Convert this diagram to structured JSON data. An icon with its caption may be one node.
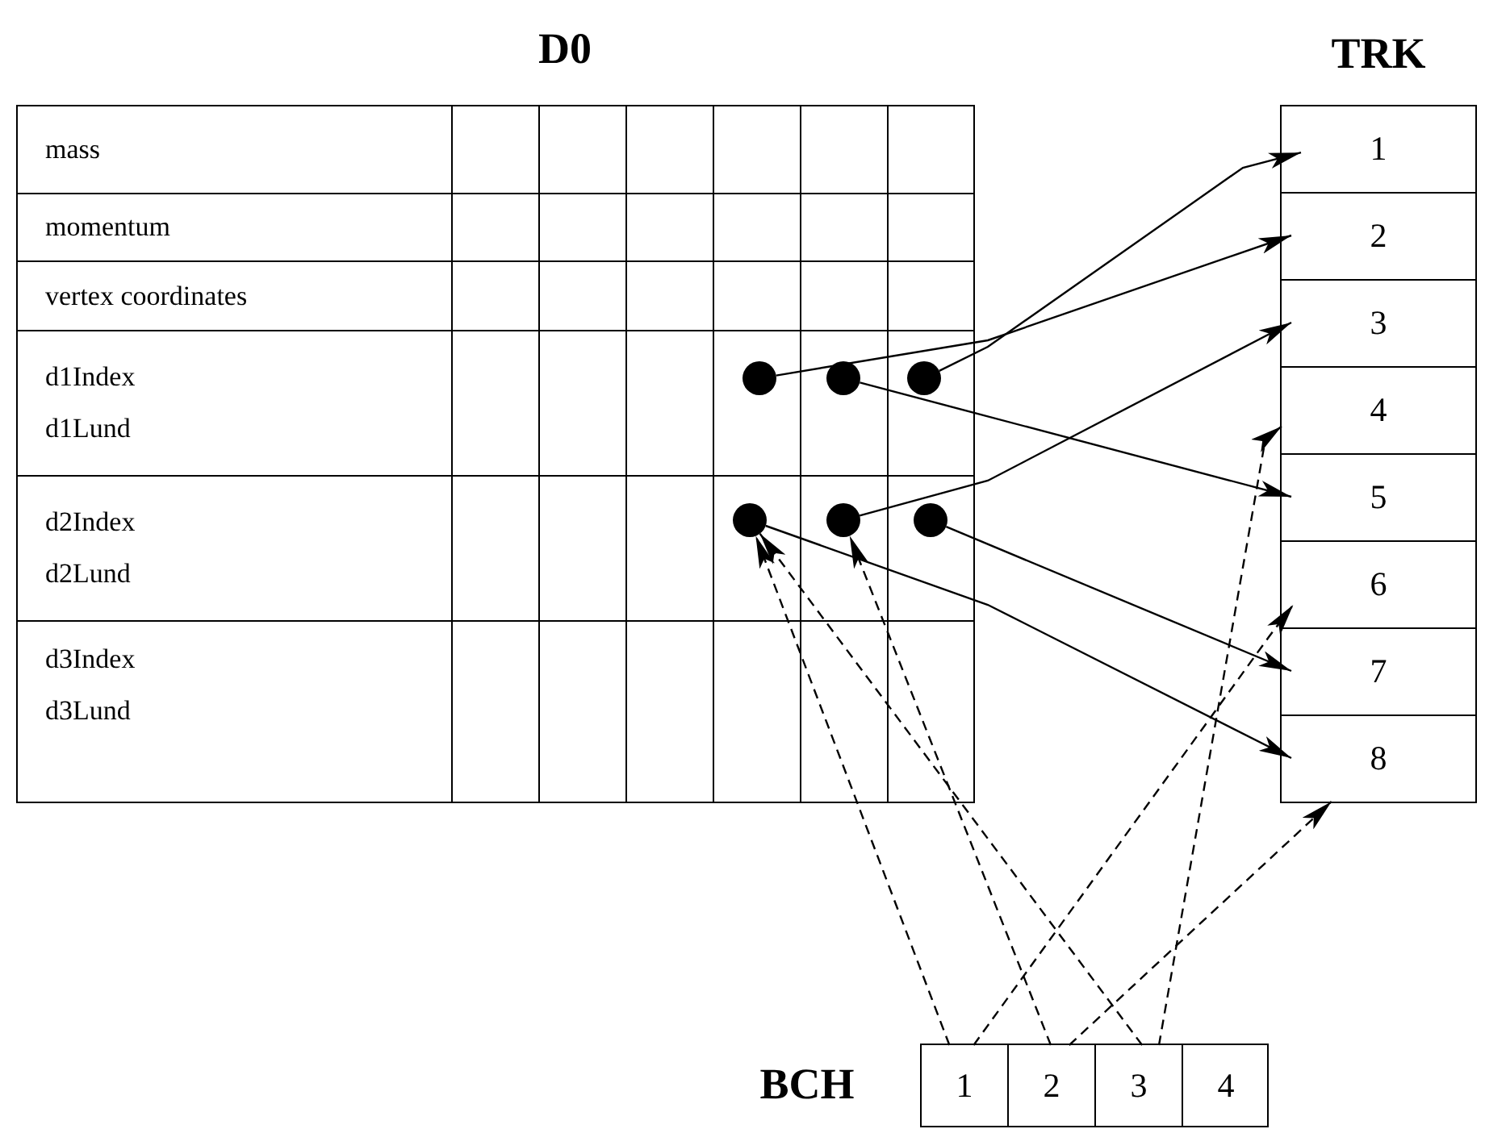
{
  "diagram": {
    "nodes": [
      {
        "text": [
          "D0"
        ]
      },
      {
        "text": [
          "mass"
        ],
        "in": 0
      },
      {
        "text": [
          "momentum"
        ],
        "in": 0
      },
      {
        "text": [
          "vertex coordinates"
        ],
        "in": 0
      },
      {
        "text": [
          "d1Index",
          "d1Lund"
        ],
        "in": 0
      },
      {
        "text": [
          "d2Index",
          "d2Lund"
        ],
        "in": 0
      },
      {
        "text": [
          "d3Index",
          "d3Lund"
        ],
        "in": 0
      },
      {
        "text": [],
        "shape": "circle",
        "in": 0
      },
      {
        "text": [],
        "shape": "circle",
        "in": 0
      },
      {
        "text": [],
        "shape": "circle",
        "in": 0
      },
      {
        "text": [],
        "shape": "circle",
        "in": 0
      },
      {
        "text": [],
        "shape": "circle",
        "in": 0
      },
      {
        "text": [],
        "shape": "circle",
        "in": 0
      },
      {
        "text": [
          "TRK"
        ]
      },
      {
        "text": [
          "1"
        ],
        "in": 13
      },
      {
        "text": [
          "2"
        ],
        "in": 13
      },
      {
        "text": [
          "3"
        ],
        "in": 13
      },
      {
        "text": [
          "4"
        ],
        "in": 13
      },
      {
        "text": [
          "5"
        ],
        "in": 13
      },
      {
        "text": [
          "6"
        ],
        "in": 13
      },
      {
        "text": [
          "7"
        ],
        "in": 13
      },
      {
        "text": [
          "8"
        ],
        "in": 13
      },
      {
        "text": [
          "BCH"
        ]
      },
      {
        "text": [
          "1"
        ],
        "in": 22
      },
      {
        "text": [
          "2"
        ],
        "in": 22
      },
      {
        "text": [
          "3"
        ],
        "in": 22
      },
      {
        "text": [
          "4"
        ],
        "in": 22
      }
    ],
    "edges": [
      {
        "from": 7,
        "to": 15,
        "arrow": "to"
      },
      {
        "from": 8,
        "to": 18,
        "arrow": "to"
      },
      {
        "from": 9,
        "to": 14,
        "arrow": "to"
      },
      {
        "from": 10,
        "to": 21,
        "arrow": "to"
      },
      {
        "from": 11,
        "to": 16,
        "arrow": "to"
      },
      {
        "from": 12,
        "to": 20,
        "arrow": "to"
      },
      {
        "from": 23,
        "to": 10,
        "arrow": "to",
        "style": "dashed"
      },
      {
        "from": 23,
        "to": 19,
        "arrow": "to",
        "style": "dashed"
      },
      {
        "from": 24,
        "to": 11,
        "arrow": "to",
        "style": "dashed"
      },
      {
        "from": 24,
        "to": 21,
        "arrow": "to",
        "style": "dashed"
      },
      {
        "from": 25,
        "to": 10,
        "arrow": "to",
        "style": "dashed"
      },
      {
        "from": 25,
        "to": 17,
        "arrow": "to",
        "style": "dashed"
      }
    ]
  }
}
